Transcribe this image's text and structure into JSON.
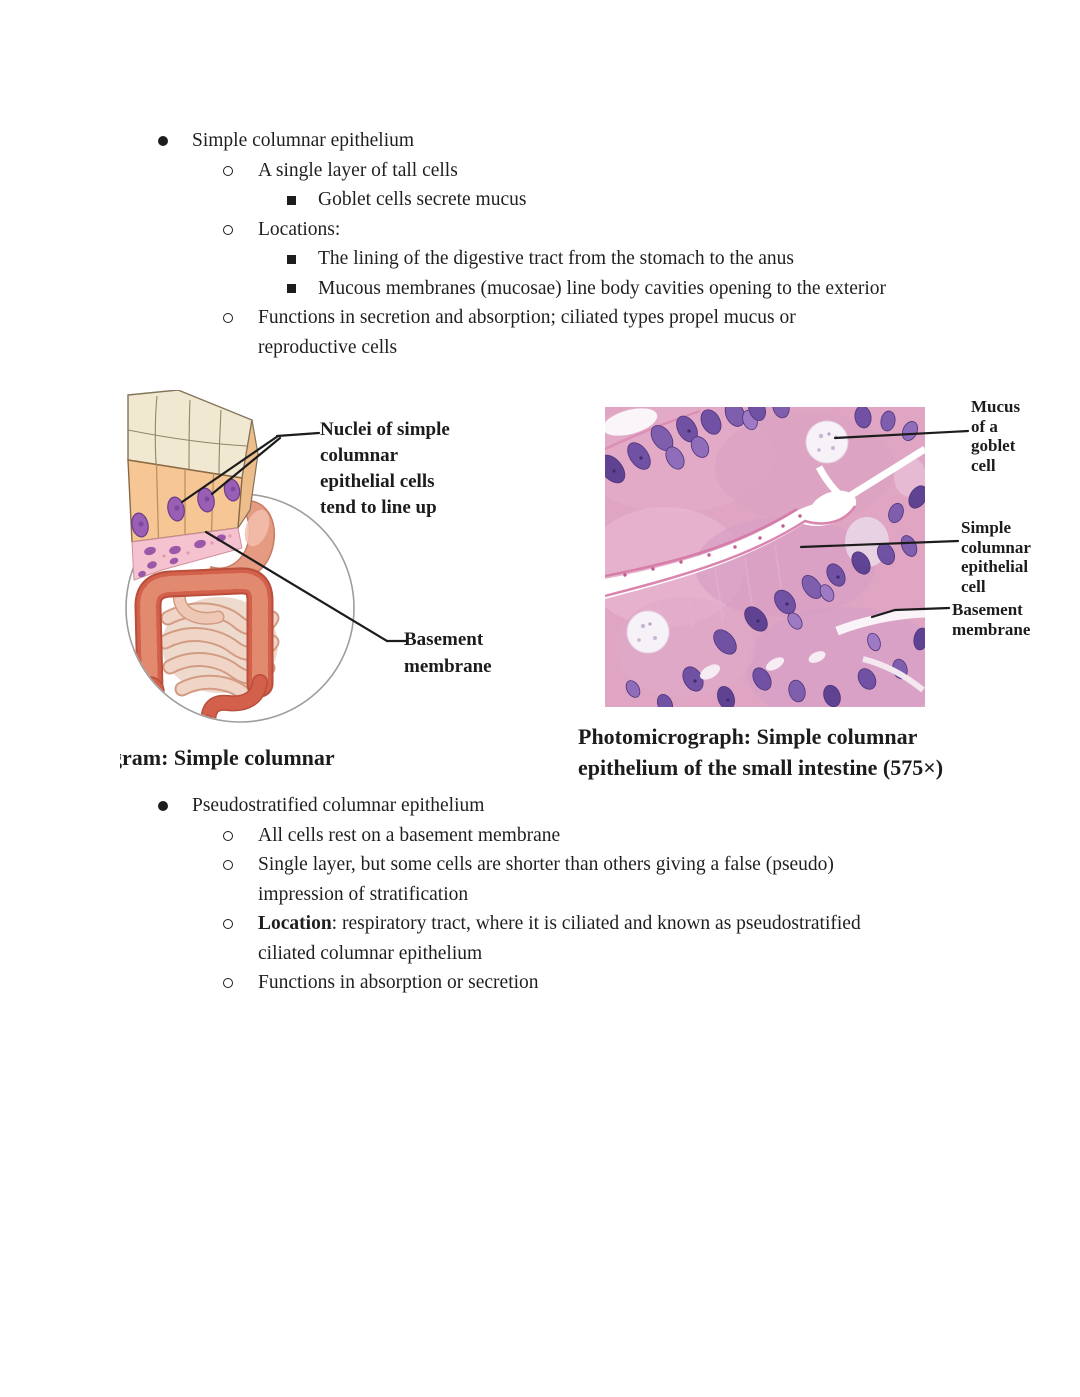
{
  "page": {
    "background": "#ffffff",
    "text_color": "#1f1f1f"
  },
  "notes_top": {
    "items": [
      {
        "text": "Simple columnar epithelium"
      },
      {
        "text": "A single layer of tall cells"
      },
      {
        "text": "Goblet cells secrete mucus"
      },
      {
        "text": "Locations:"
      },
      {
        "text": "The lining of the digestive tract from the stomach to the anus"
      },
      {
        "text": "Mucous membranes (mucosae) line body cavities opening to the exterior"
      },
      {
        "text": "Functions in secretion and absorption; ciliated types propel mucus or\nreproductive cells"
      }
    ]
  },
  "figure_left": {
    "labels": {
      "nuclei": "Nuclei of simple\ncolumnar\nepithelial cells\ntend to line up",
      "basement": "Basement\nmembrane"
    },
    "caption": "gram: Simple columnar",
    "colors": {
      "cell_top_face": "#f1e8d2",
      "cell_front_face": "#f6c795",
      "nucleus": "#9a5fb5",
      "basement_band": "#f5c3cf",
      "large_intestine": "#d2604b",
      "small_intestine": "#f0d5c6",
      "stomach": "#e59a82",
      "circle_outline": "#9e9e9e"
    }
  },
  "figure_right": {
    "labels": {
      "mucus": "Mucus\nof a\ngoblet\ncell",
      "columnar": "Simple\ncolumnar\nepithelial\ncell",
      "basement": "Basement\nmembrane"
    },
    "caption": "Photomicrograph: Simple columnar\nepithelium of the small intestine (575×)",
    "colors": {
      "tissue": "#dfa5c3",
      "nucleus": "#6d4fa4",
      "goblet_mucus": "#f6f2f7",
      "cleft": "#ffffff"
    }
  },
  "notes_bottom": {
    "items": [
      {
        "text": "Pseudostratified columnar epithelium"
      },
      {
        "text": "All cells rest on a basement membrane"
      },
      {
        "text": "Single layer, but some cells are shorter than others giving a false (pseudo)\nimpression of stratification"
      },
      {
        "bold": "Location",
        "text": ": respiratory tract, where it is ciliated and known as pseudostratified\nciliated columnar epithelium"
      },
      {
        "text": "Functions in absorption or secretion"
      }
    ]
  }
}
